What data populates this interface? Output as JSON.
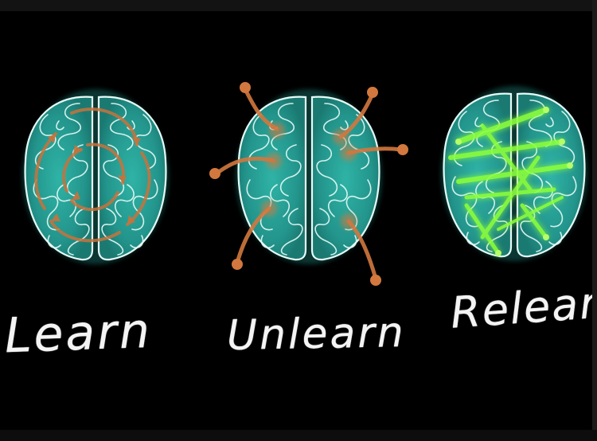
{
  "colors": {
    "background": "#000000",
    "brain_fill": "#2aa39a",
    "brain_outline": "#dff7f3",
    "learn_arrows": "#c8733c",
    "unlearn_arrows": "#d2783e",
    "relearn_beams": "#8cff3a",
    "caption": "#f4f4f4"
  },
  "panels": [
    {
      "caption": "Learn",
      "icon": "brain-with-circular-arrows"
    },
    {
      "caption": "Unlearn",
      "icon": "brain-with-outward-arrows"
    },
    {
      "caption": "Relearn",
      "icon": "brain-with-green-connections"
    }
  ]
}
